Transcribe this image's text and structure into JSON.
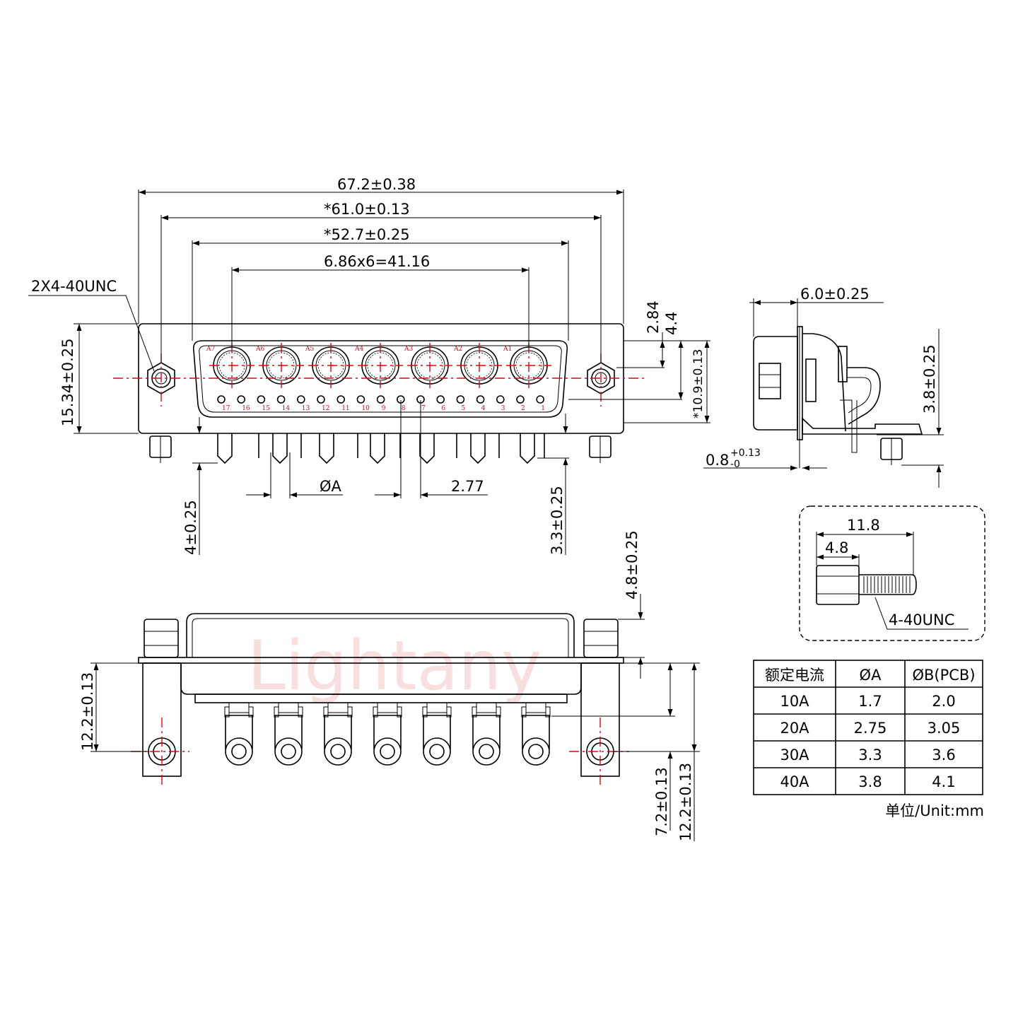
{
  "watermark": "Lightany",
  "front_view": {
    "dims": {
      "overall_width": "67.2±0.38",
      "mount_spacing": "*61.0±0.13",
      "shell_width": "*52.7±0.25",
      "contact_pitch": "6.86x6=41.16",
      "mount_thread": "2X4-40UNC",
      "height": "15.34±0.25",
      "top_offset_a": "2.84",
      "top_offset_b": "4.4",
      "row_spacing": "*10.9±0.13",
      "pin_dia": "ØA",
      "signal_pitch": "2.77",
      "left_tail": "4±0.25",
      "right_tail": "3.3±0.25"
    },
    "coax_labels": [
      "A7",
      "A6",
      "A5",
      "A4",
      "A3",
      "A2",
      "A1"
    ],
    "signal_labels": [
      "17",
      "16",
      "15",
      "14",
      "13",
      "12",
      "11",
      "10",
      "9",
      "8",
      "7",
      "6",
      "5",
      "4",
      "3",
      "2",
      "1"
    ]
  },
  "side_view": {
    "dims": {
      "depth": "6.0±0.25",
      "pcb_height": "3.8±0.25",
      "flange": "0.8",
      "flange_tol_plus": "+0.13",
      "flange_tol_minus": "-0"
    }
  },
  "screw_detail": {
    "dims": {
      "overall_length": "11.8",
      "head_length": "4.8",
      "thread": "4-40UNC"
    }
  },
  "bottom_view": {
    "dims": {
      "standoff_height": "4.8±0.25",
      "left_depth": "12.2±0.13",
      "contact_row": "7.2±0.13",
      "right_depth": "12.2±0.13"
    }
  },
  "current_table": {
    "headers": [
      "额定电流",
      "ØA",
      "ØB(PCB)"
    ],
    "rows": [
      [
        "10A",
        "1.7",
        "2.0"
      ],
      [
        "20A",
        "2.75",
        "3.05"
      ],
      [
        "30A",
        "3.3",
        "3.6"
      ],
      [
        "40A",
        "3.8",
        "4.1"
      ]
    ],
    "unit_note": "单位/Unit:mm"
  }
}
